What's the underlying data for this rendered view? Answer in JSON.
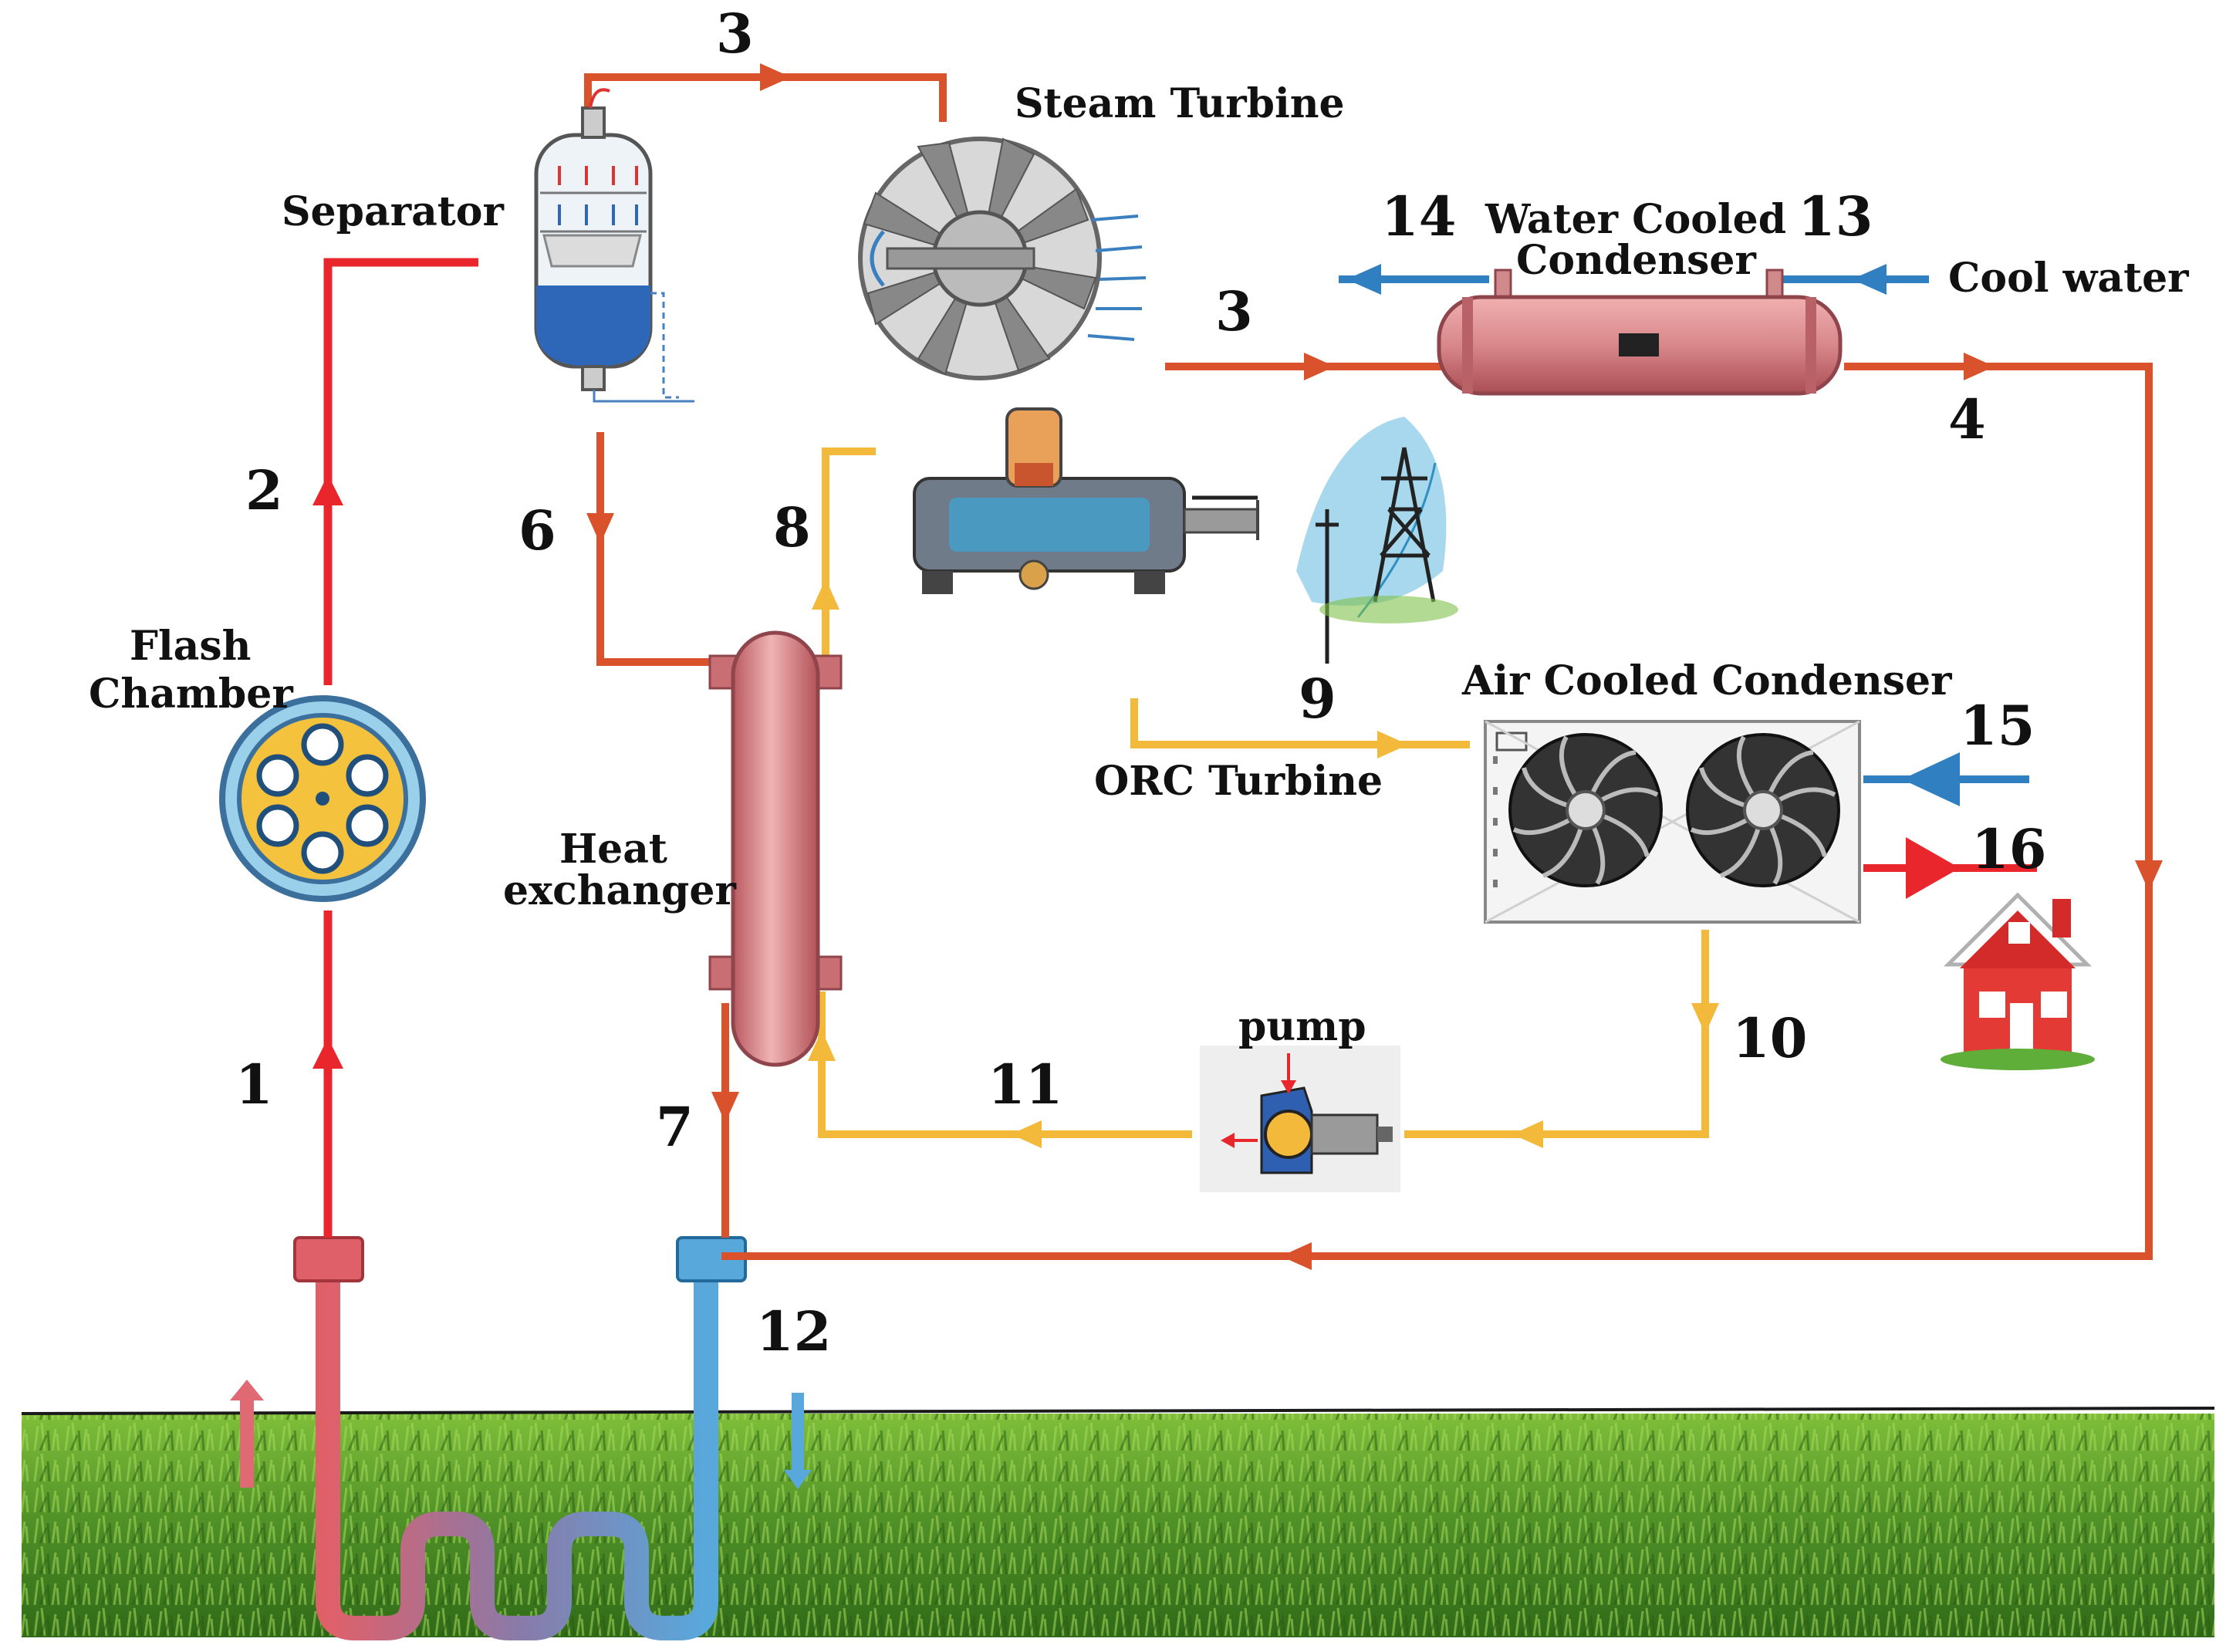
{
  "labels": {
    "separator": "Separator",
    "steam_turbine": "Steam Turbine",
    "flash_chamber_line1": "Flash",
    "flash_chamber_line2": "Chamber",
    "water_cooled_condenser_line1": "Water Cooled",
    "water_cooled_condenser_line2": "Condenser",
    "cool_water": "Cool water",
    "heat_exchanger_line1": "Heat",
    "heat_exchanger_line2": "exchanger",
    "orc_turbine": "ORC Turbine",
    "air_cooled_condenser": "Air Cooled Condenser",
    "pump": "pump"
  },
  "state_points": {
    "p1": "1",
    "p2": "2",
    "p3a": "3",
    "p3b": "3",
    "p4": "4",
    "p6": "6",
    "p7": "7",
    "p8": "8",
    "p9": "9",
    "p10": "10",
    "p11": "11",
    "p12": "12",
    "p13": "13",
    "p14": "14",
    "p15": "15",
    "p16": "16"
  },
  "colors": {
    "geofluid_hot": "#e8262b",
    "steam_line": "#d9522b",
    "orc_line": "#f2b93b",
    "cool_water": "#2f7fc1",
    "hx_body": "#d7878a",
    "grass": "#4f8a2a",
    "well_hot": "#e0606a",
    "well_cold": "#58a8dc"
  },
  "icons": [
    "flash-chamber-icon",
    "separator-icon",
    "steam-turbine-icon",
    "condenser-icon",
    "orc-turbine-icon",
    "power-tower-icon",
    "fan-condenser-icon",
    "pump-icon",
    "house-icon",
    "well-icon"
  ]
}
